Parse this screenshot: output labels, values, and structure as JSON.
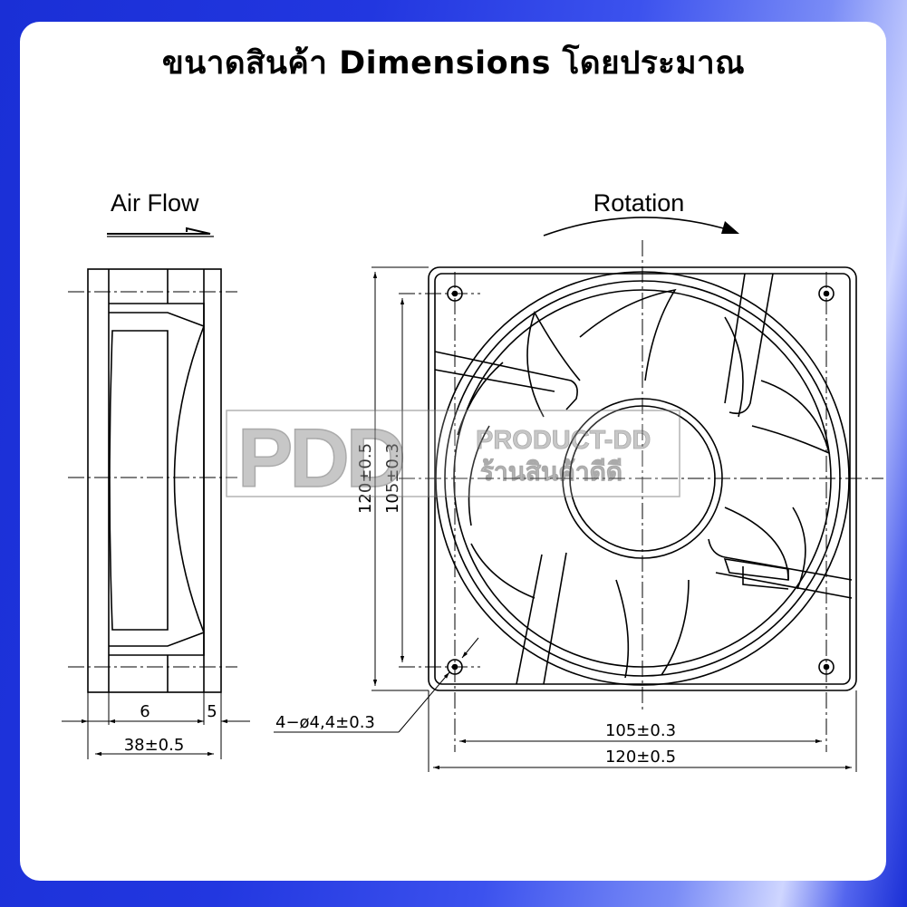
{
  "title": "ขนาดสินค้า Dimensions โดยประมาณ",
  "labels": {
    "air_flow": "Air Flow",
    "rotation": "Rotation"
  },
  "dimensions": {
    "side_left_inset": "6",
    "side_right_inset": "5",
    "depth": "38±0.5",
    "holes": "4−ø4,4±0.3",
    "hole_spacing_h": "105±0.3",
    "width": "120±0.5",
    "height": "120±0.5",
    "hole_spacing_v": "105±0.3"
  },
  "watermark": {
    "logo": "PDD",
    "brand": "PRODUCT-DD",
    "brand_thai": "ร้านสินค้าดีดี"
  },
  "colors": {
    "frame_blue": "#1a2fd6",
    "ink": "#000000",
    "watermark": "#9a9a9a"
  }
}
